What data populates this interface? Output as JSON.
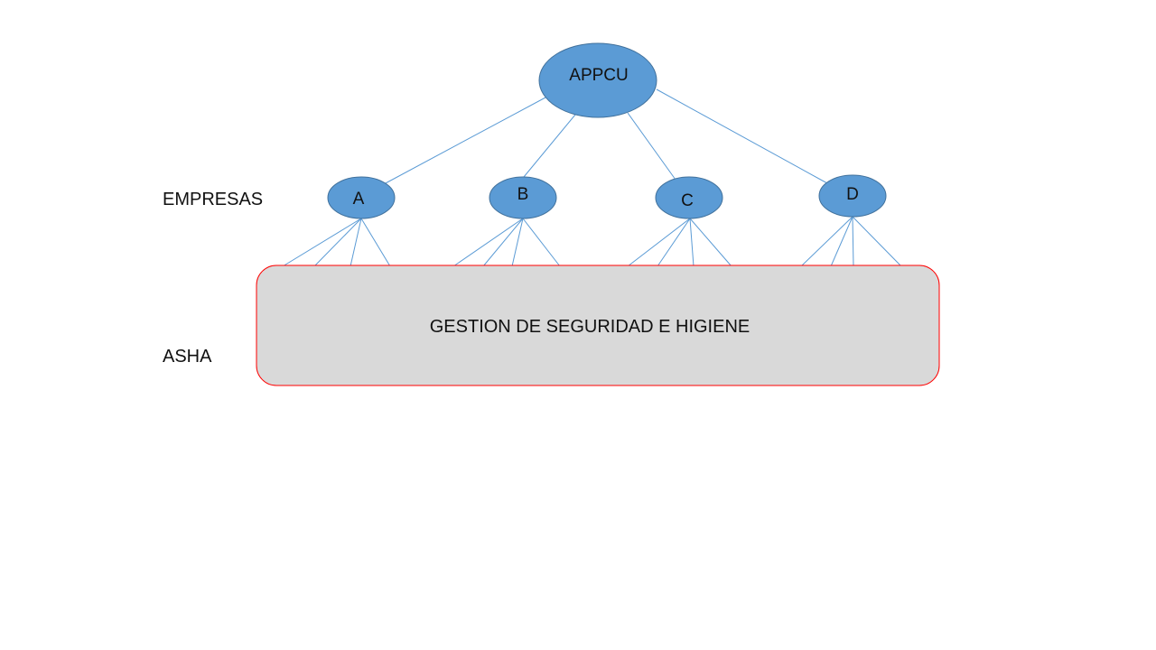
{
  "root": {
    "label": "APPCU"
  },
  "row_labels": {
    "companies": "EMPRESAS",
    "bottom": "ASHA"
  },
  "companies": [
    {
      "label": "A"
    },
    {
      "label": "B"
    },
    {
      "label": "C"
    },
    {
      "label": "D"
    }
  ],
  "box": {
    "label": "GESTION DE SEGURIDAD E HIGIENE"
  },
  "colors": {
    "node_fill": "#5b9bd5",
    "node_stroke": "#41719c",
    "connector": "#5b9bd5",
    "box_fill": "#d9d9d9",
    "box_border": "#ff0000"
  }
}
